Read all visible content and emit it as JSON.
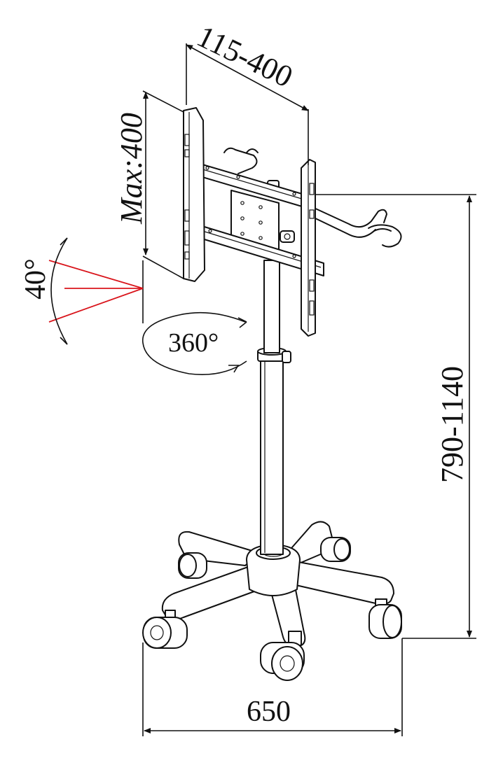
{
  "dimensions": {
    "vesa_width": "115-400",
    "vesa_height": "Max:400",
    "tilt_angle": "40°",
    "rotation": "360°",
    "height_range": "790-1140",
    "base_width": "650"
  },
  "colors": {
    "line": "#111111",
    "tilt_indicator": "#d9141b",
    "background": "#ffffff"
  }
}
